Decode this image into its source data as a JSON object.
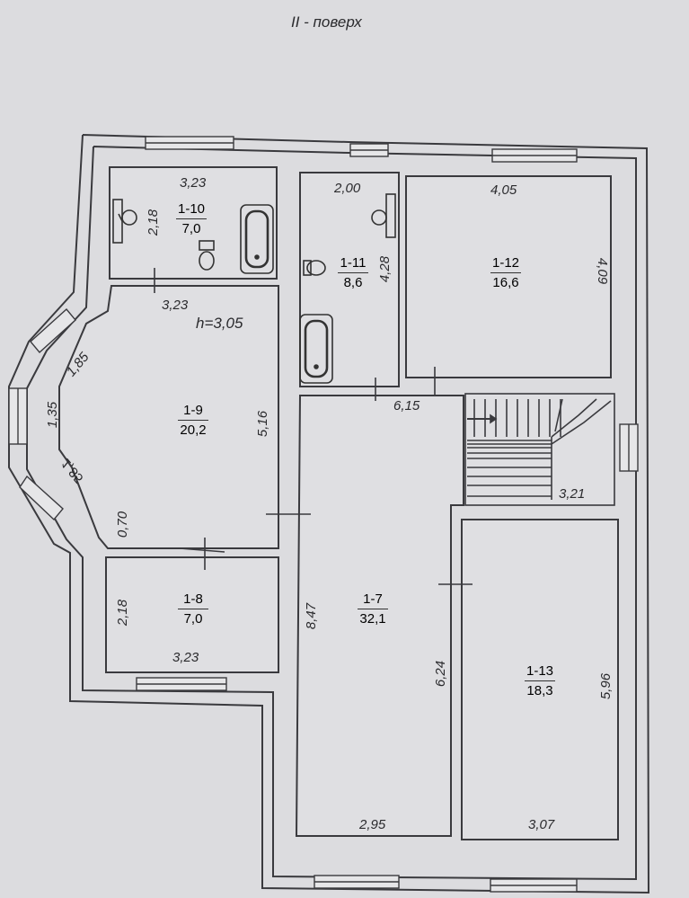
{
  "title": "II - поверх",
  "ceiling_height": "h=3,05",
  "rooms": [
    {
      "id": "1-10",
      "area": "7,0"
    },
    {
      "id": "1-11",
      "area": "8,6"
    },
    {
      "id": "1-12",
      "area": "16,6"
    },
    {
      "id": "1-9",
      "area": "20,2"
    },
    {
      "id": "1-8",
      "area": "7,0"
    },
    {
      "id": "1-7",
      "area": "32,1"
    },
    {
      "id": "1-13",
      "area": "18,3"
    }
  ],
  "dims": {
    "r110_top": "3,23",
    "r110_side": "2,18",
    "r111_top": "2,00",
    "r111_side": "4,28",
    "r112_top": "4,05",
    "r112_side": "4,09",
    "r19_top": "3,23",
    "r19_side": "5,16",
    "bay_1": "1,85",
    "bay_2": "1,35",
    "bay_3": "1,85",
    "r19_bottom": "0,70",
    "r17_top": "6,15",
    "stair_width": "3,21",
    "r18_side": "2,18",
    "r18_bottom": "3,23",
    "r17_side": "8,47",
    "r17_inner": "6,24",
    "r17_bottom": "2,95",
    "r113_side": "5,96",
    "r113_bottom": "3,07"
  },
  "colors": {
    "paper": "#dcdcdf",
    "line": "#3a3a3e",
    "room_fill": "#dfdfe2"
  }
}
